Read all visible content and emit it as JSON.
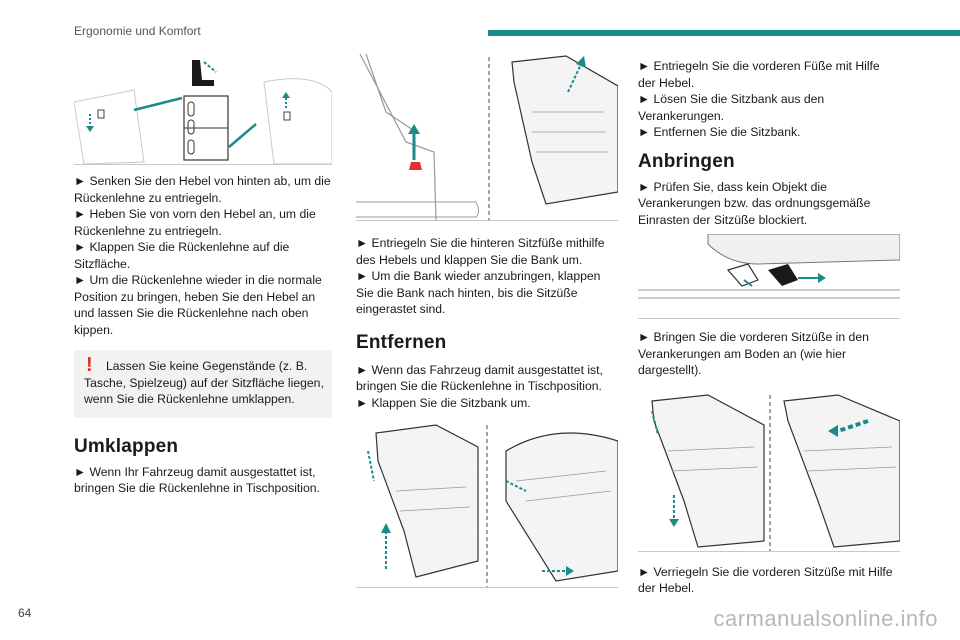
{
  "header": {
    "section_title": "Ergonomie und Komfort",
    "accent_color": "#1a8a8a"
  },
  "col1": {
    "steps": [
      "► Senken Sie den Hebel von hinten ab, um die Rückenlehne zu entriegeln.",
      "► Heben Sie von vorn den Hebel an, um die Rückenlehne zu entriegeln.",
      "► Klappen Sie die Rückenlehne auf die Sitzfläche.",
      "► Um die Rückenlehne wieder in die normale Position zu bringen, heben Sie den Hebel an und lassen Sie die Rückenlehne nach oben kippen."
    ],
    "warning": "Lassen Sie keine Gegenstände (z. B. Tasche, Spielzeug) auf der Sitzfläche liegen, wenn Sie die Rückenlehne umklappen.",
    "heading": "Umklappen",
    "step_after": "► Wenn Ihr Fahrzeug damit ausgestattet ist, bringen Sie die Rückenlehne in Tischposition."
  },
  "col2": {
    "steps_top": [
      "► Entriegeln Sie die hinteren Sitzfüße mithilfe des Hebels und klappen Sie die Bank um.",
      "► Um die Bank wieder anzubringen, klappen Sie die Bank nach hinten, bis die Sitzüße eingerastet sind."
    ],
    "heading": "Entfernen",
    "steps_bottom": [
      "► Wenn das Fahrzeug damit ausgestattet ist, bringen Sie die Rückenlehne in Tischposition.",
      "► Klappen Sie die Sitzbank um."
    ]
  },
  "col3": {
    "steps_top": [
      "► Entriegeln Sie die vorderen Füße mit Hilfe der Hebel.",
      "► Lösen Sie die Sitzbank aus den Verankerungen.",
      "► Entfernen Sie die Sitzbank."
    ],
    "heading": "Anbringen",
    "step_check": "► Prüfen Sie, dass kein Objekt die Verankerungen bzw. das ordnungsgemäße Einrasten der Sitzüße blockiert.",
    "step_mid": "► Bringen Sie die vorderen Sitzüße in den Verankerungen am Boden an (wie hier dargestellt).",
    "step_end": "► Verriegeln Sie die vorderen Sitzüße mit Hilfe der Hebel."
  },
  "footer": {
    "page_number": "64",
    "watermark": "carmanualsonline.info"
  }
}
